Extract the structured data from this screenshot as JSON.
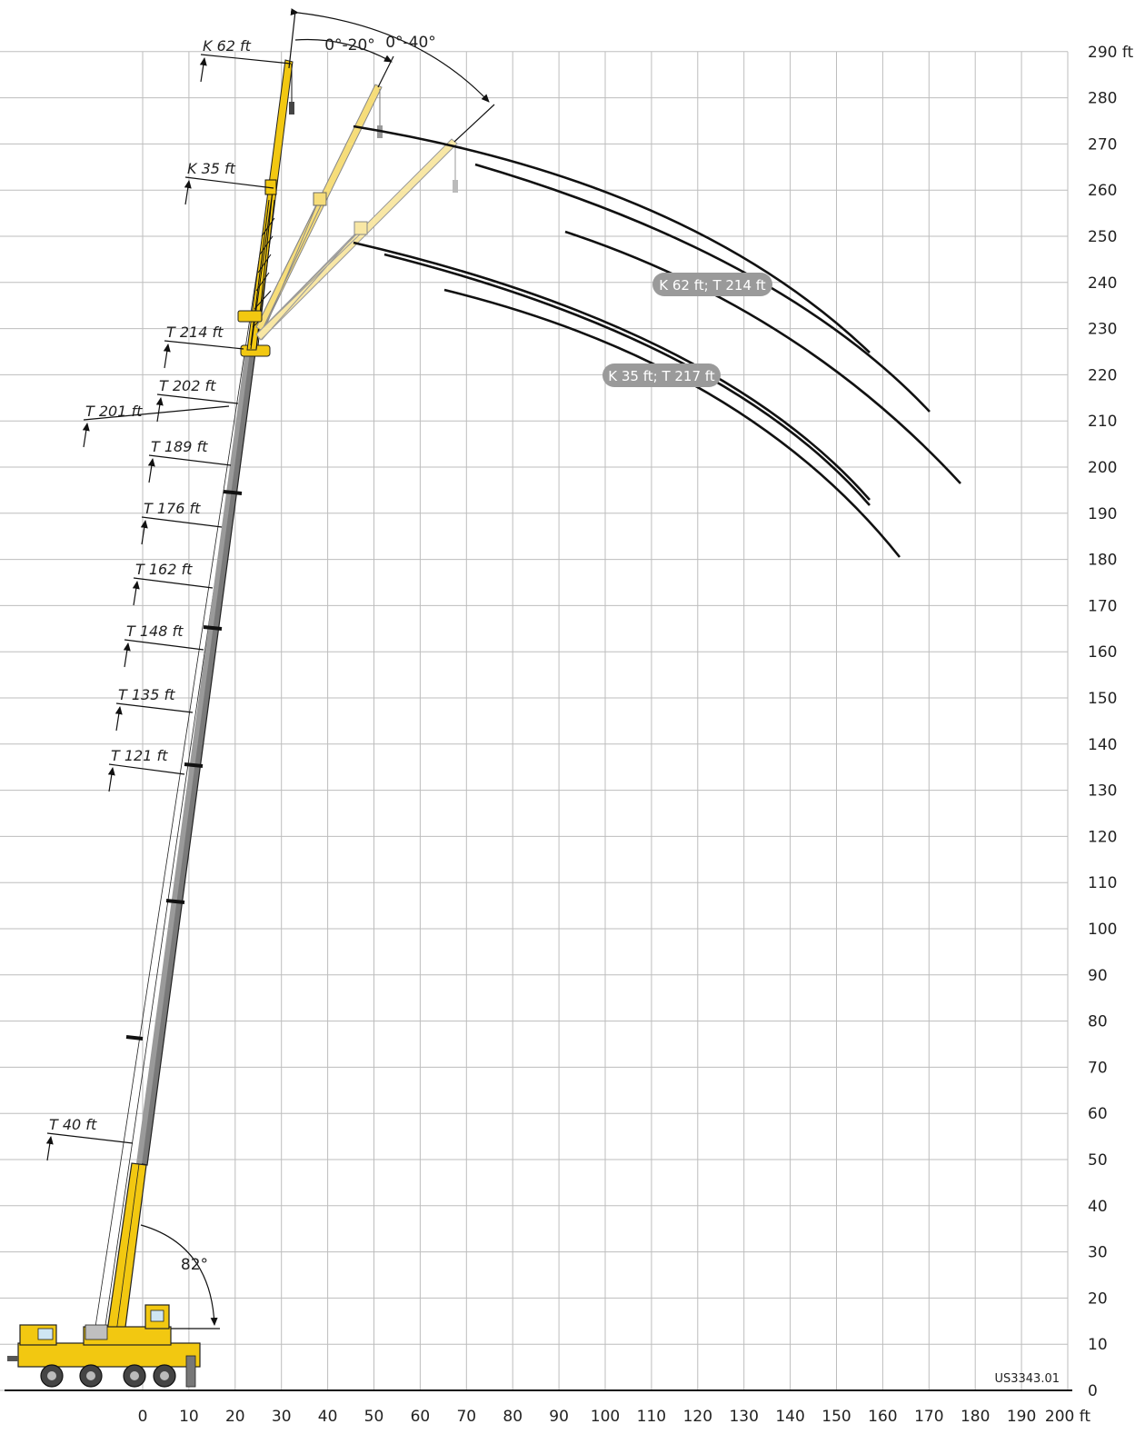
{
  "diagram": {
    "x_axis": {
      "ticks": [
        "0",
        "10",
        "20",
        "30",
        "40",
        "50",
        "60",
        "70",
        "80",
        "90",
        "100",
        "110",
        "120",
        "130",
        "140",
        "150",
        "160",
        "170",
        "180",
        "190",
        "200 ft"
      ]
    },
    "y_axis": {
      "ticks": [
        "0",
        "10",
        "20",
        "30",
        "40",
        "50",
        "60",
        "70",
        "80",
        "90",
        "100",
        "110",
        "120",
        "130",
        "140",
        "150",
        "160",
        "170",
        "180",
        "190",
        "200",
        "210",
        "220",
        "230",
        "240",
        "250",
        "260",
        "270",
        "280",
        "290 ft"
      ]
    },
    "section_labels": [
      "K 62 ft",
      "K 35 ft",
      "T 214 ft",
      "T 202 ft",
      "T 201 ft",
      "T 189 ft",
      "T 176 ft",
      "T 162 ft",
      "T 148 ft",
      "T 135 ft",
      "T 121 ft",
      "T 40 ft"
    ],
    "angle_labels": {
      "offset_small": "0°-20°",
      "offset_large": "0°-40°",
      "boom_angle": "82°"
    },
    "curve_tags": {
      "upper": "K 62 ft; T 214 ft",
      "lower": "K 35 ft; T 217 ft"
    },
    "drawing_number": "US3343.01",
    "colors": {
      "grid": "#bdbdbd",
      "boom_grey": "#7a7a7a",
      "crane_yellow": "#f2c811",
      "jib_light": "#f6dd7a",
      "tag_fill": "#9a9a9a",
      "curve": "#111111"
    }
  }
}
